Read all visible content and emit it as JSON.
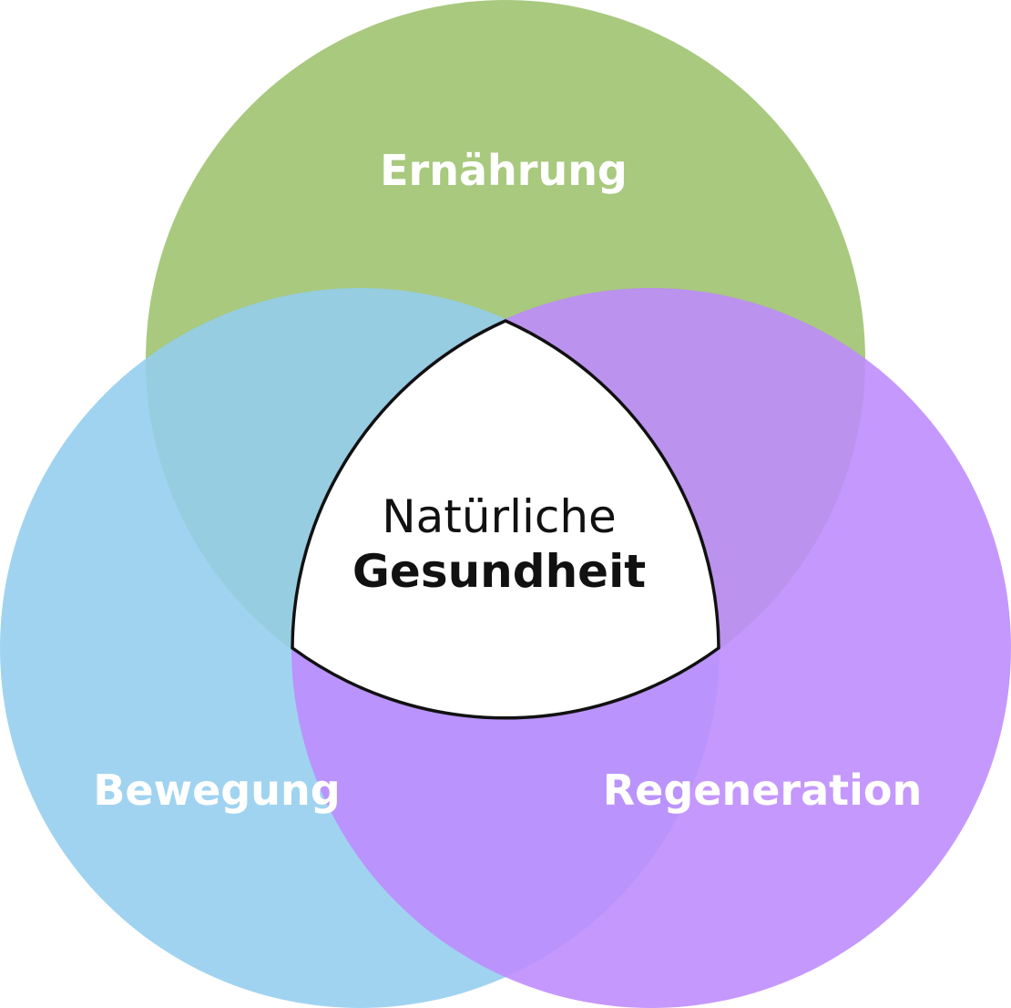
{
  "diagram": {
    "circles": [
      {
        "id": "top",
        "label": "Ernährung",
        "color": "#9cc16c"
      },
      {
        "id": "left",
        "label": "Bewegung",
        "color": "#93cdee"
      },
      {
        "id": "right",
        "label": "Regeneration",
        "color": "#bd8afd"
      }
    ],
    "overlap_colors": {
      "top_left": "#73b8ad",
      "top_right": "#9e82be",
      "left_right": "#84a2ec"
    },
    "center": {
      "line1": "Natürliche",
      "line2": "Gesundheit",
      "fill": "#ffffff",
      "stroke": "#111111"
    }
  }
}
